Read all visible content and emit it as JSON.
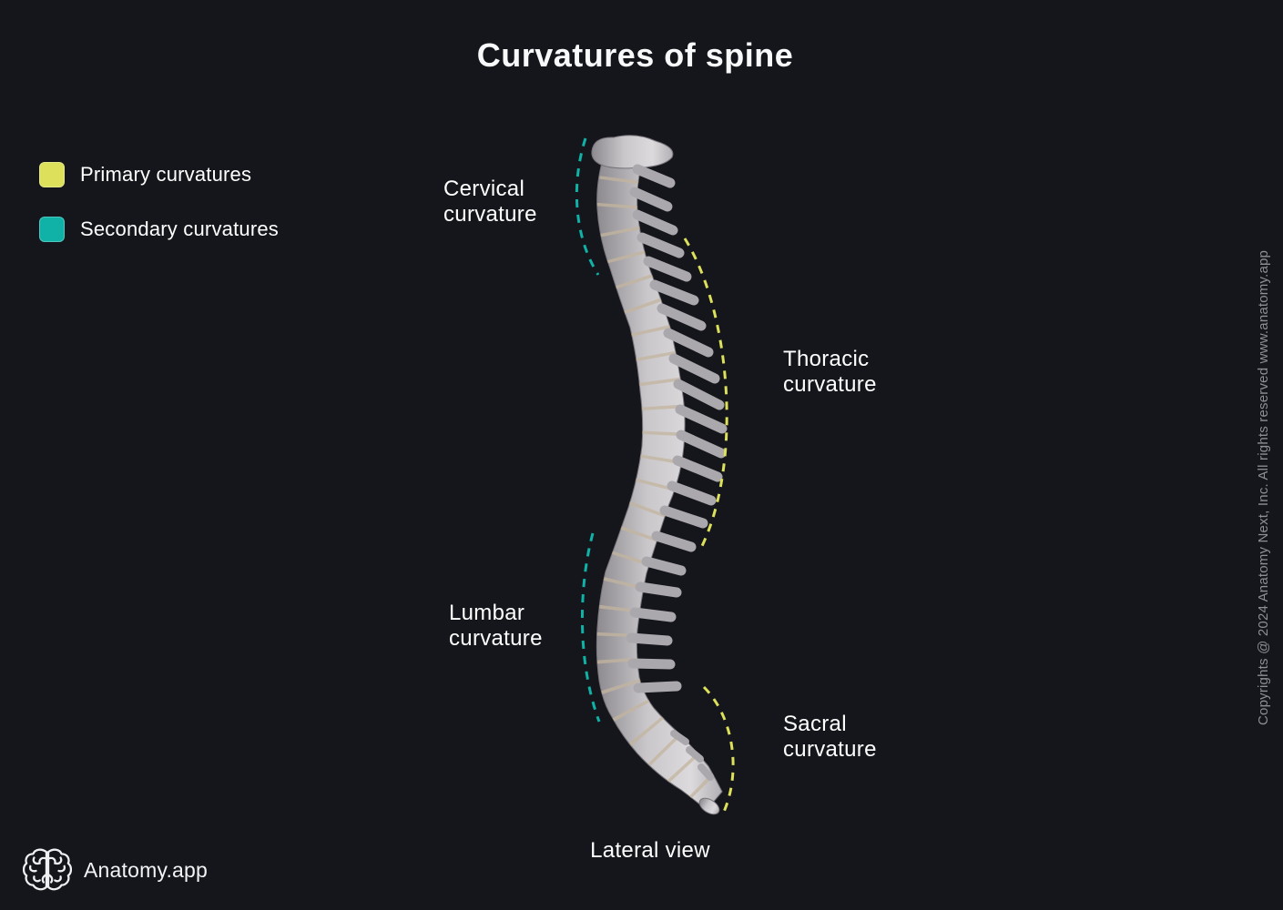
{
  "title": "Curvatures of spine",
  "colors": {
    "primary": "#dce05a",
    "secondary": "#10b1a6",
    "background": "#14161b",
    "text": "#ffffff",
    "muted": "#8e8f96"
  },
  "legend": {
    "items": [
      {
        "label": "Primary curvatures",
        "color": "#dce05a"
      },
      {
        "label": "Secondary curvatures",
        "color": "#10b1a6"
      }
    ]
  },
  "labels": {
    "cervical": "Cervical\ncurvature",
    "thoracic": "Thoracic\ncurvature",
    "lumbar": "Lumbar\ncurvature",
    "sacral": "Sacral\ncurvature"
  },
  "caption": "Lateral view",
  "watermark": "Copyrights @ 2024 Anatomy Next, Inc. All rights reserved www.anatomy.app",
  "brand": {
    "name": "Anatomy.app",
    "icon": "brain-icon"
  }
}
